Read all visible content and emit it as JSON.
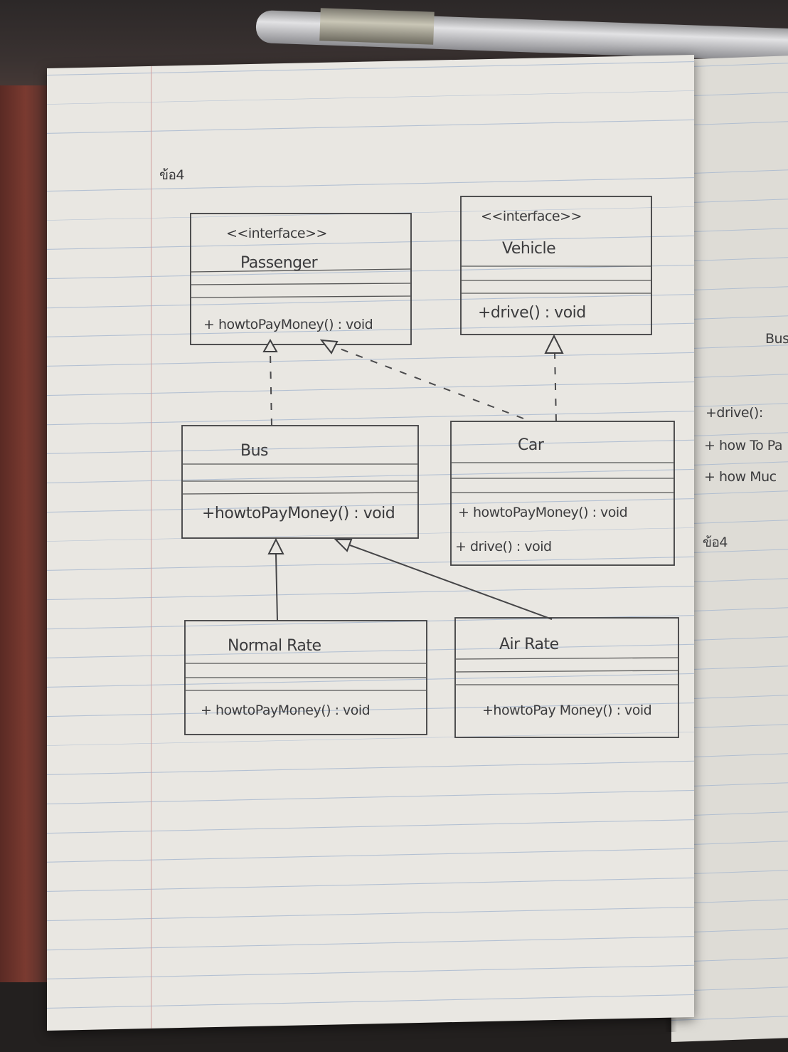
{
  "page_label": "ข้อ4",
  "classes": {
    "passenger": {
      "stereotype": "<<interface>>",
      "name": "Passenger",
      "methods": [
        "+ howtoPayMoney() : void"
      ]
    },
    "vehicle": {
      "stereotype": "<<interface>>",
      "name": "Vehicle",
      "methods": [
        "+drive() : void"
      ]
    },
    "bus": {
      "name": "Bus",
      "methods": [
        "+howtoPayMoney() : void"
      ]
    },
    "car": {
      "name": "Car",
      "methods": [
        "+ howtoPayMoney() : void",
        "+ drive() : void"
      ]
    },
    "normal_rate": {
      "name": "Normal Rate",
      "methods": [
        "+ howtoPayMoney() : void"
      ]
    },
    "air_rate": {
      "name": "Air Rate",
      "methods": [
        "+howtoPay Money() : void"
      ]
    }
  },
  "relations": [
    {
      "from": "Bus",
      "to": "Passenger",
      "type": "realization"
    },
    {
      "from": "Car",
      "to": "Passenger",
      "type": "realization"
    },
    {
      "from": "Car",
      "to": "Vehicle",
      "type": "realization"
    },
    {
      "from": "Normal Rate",
      "to": "Bus",
      "type": "generalization"
    },
    {
      "from": "Air Rate",
      "to": "Bus",
      "type": "generalization"
    }
  ],
  "right_page": {
    "title_fragment": "Bus",
    "lines": [
      "+drive():",
      "+ how To Pa",
      "+ how Muc"
    ],
    "label": "ข้อ4"
  }
}
